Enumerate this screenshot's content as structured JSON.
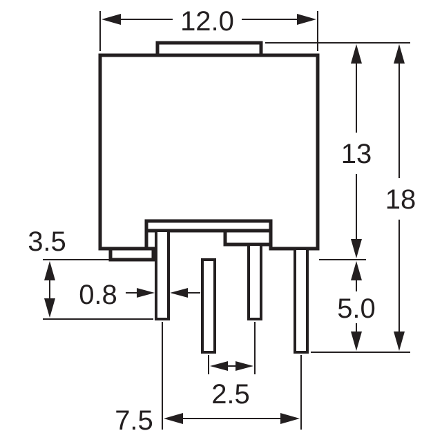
{
  "dimensions": {
    "body_width": "12.0",
    "body_height": "13",
    "total_height": "18",
    "lead_standoff": "3.5",
    "lead_width": "0.8",
    "lead_length": "5.0",
    "inner_pitch": "2.5",
    "outer_pitch": "7.5"
  },
  "colors": {
    "line": "#231f20",
    "background": "#ffffff"
  }
}
